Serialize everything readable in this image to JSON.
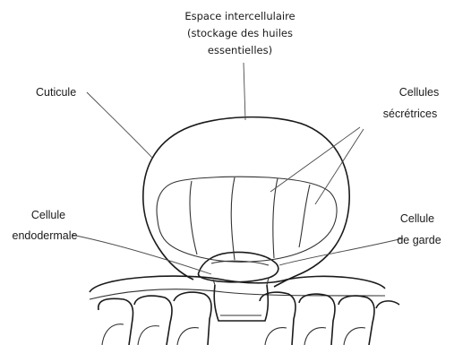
{
  "labels": {
    "space_line1": "Espace intercellulaire",
    "space_line2": "(stockage des huiles",
    "space_line3": "essentielles)",
    "cuticle": "Cuticule",
    "secretory_line1": "Cellules",
    "secretory_line2": "sécrétrices",
    "endodermal_line1": "Cellule",
    "endodermal_line2": "endodermale",
    "guard_line1": "Cellule",
    "guard_line2": "de garde"
  },
  "colors": {
    "line": "#1a1a1a",
    "background": "#ffffff"
  }
}
